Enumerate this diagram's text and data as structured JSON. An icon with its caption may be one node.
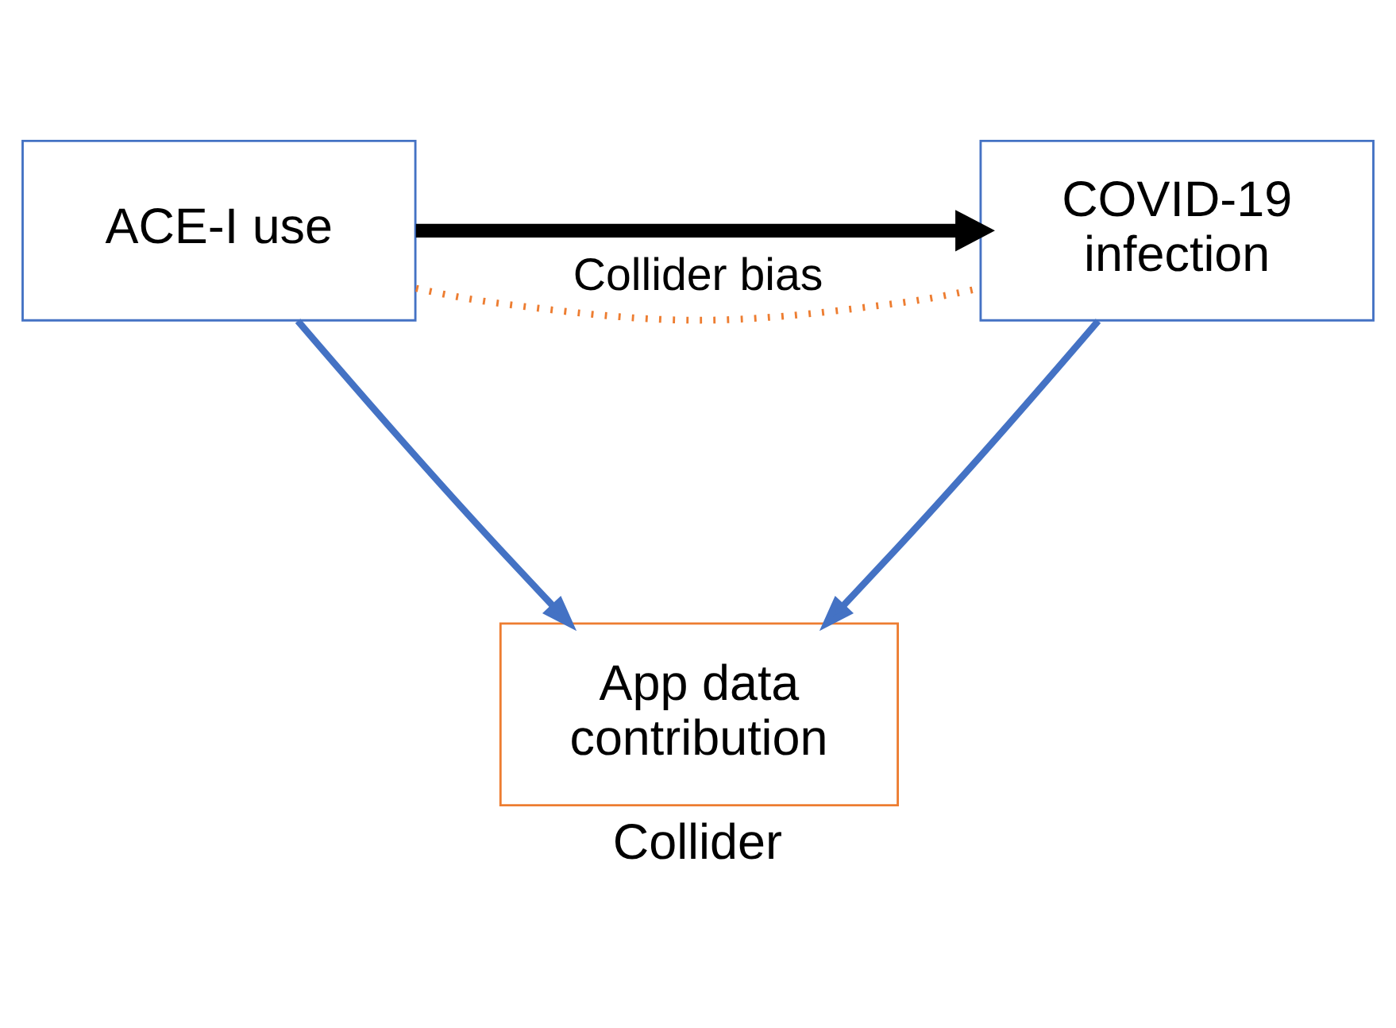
{
  "diagram": {
    "nodes": [
      {
        "text": [
          "ACE-I use"
        ]
      },
      {
        "text": [
          "COVID-19 infection"
        ]
      },
      {
        "text": [
          "App data contribution"
        ],
        "beside": [
          "Collider"
        ]
      }
    ],
    "edges": [
      {
        "from": 0,
        "to": 1,
        "arrow": "to",
        "style": "thick",
        "color": "#000000"
      },
      {
        "from": 0,
        "to": 2,
        "arrow": "to"
      },
      {
        "from": 1,
        "to": 2,
        "arrow": "to"
      },
      {
        "from": 0,
        "to": 1,
        "arrow": "none",
        "style": "dashed",
        "color": "#ed7d31",
        "label": "Collider bias"
      }
    ]
  }
}
